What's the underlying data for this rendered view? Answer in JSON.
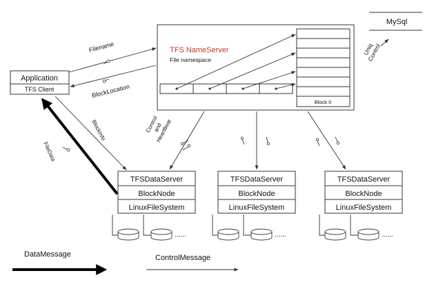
{
  "mysql": {
    "label": "MySql"
  },
  "uniq_control": {
    "line1": "Uniq",
    "line2": "Control"
  },
  "application": {
    "title": "Application",
    "client": "TFS Client"
  },
  "nameserver": {
    "title": "TFS NameServer",
    "subtitle": "File namespace",
    "block_label": "Block 0",
    "title_color": "#c0392b"
  },
  "edges": {
    "filename": "Filename",
    "block_location": "BlockLocation",
    "block_info": "BlockInfo",
    "file_data": "FileData",
    "control_line1": "Control",
    "control_line2": "and",
    "control_line3": "HeartBeat"
  },
  "dataservers": [
    {
      "server": "TFSDataServer",
      "node": "BlockNode",
      "fs": "LinuxFileSystem"
    },
    {
      "server": "TFSDataServer",
      "node": "BlockNode",
      "fs": "LinuxFileSystem"
    },
    {
      "server": "TFSDataServer",
      "node": "BlockNode",
      "fs": "LinuxFileSystem"
    }
  ],
  "ellipsis": "......",
  "legend": {
    "data_message": "DataMessage",
    "control_message": "ControlMessage"
  }
}
